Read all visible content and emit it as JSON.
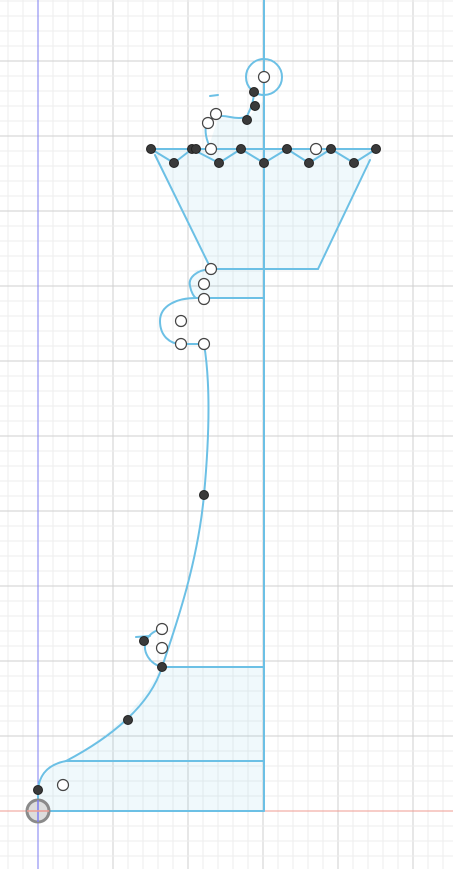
{
  "viewport": {
    "name": "sketch-canvas",
    "theme": {
      "sketch_line": "#6cc0e5",
      "sketch_fill": "#6cc0e5",
      "y_axis": "#7e7ef0",
      "x_axis": "#ef9b92",
      "grid_minor": "#eeeeee",
      "grid_major": "#cfcfcf",
      "constraint_point": "#3a3a3a",
      "free_point": "#ffffff"
    },
    "origin_icon": "origin-icon",
    "axes": [
      "x-axis",
      "y-axis"
    ],
    "construction_line": "centerline"
  }
}
